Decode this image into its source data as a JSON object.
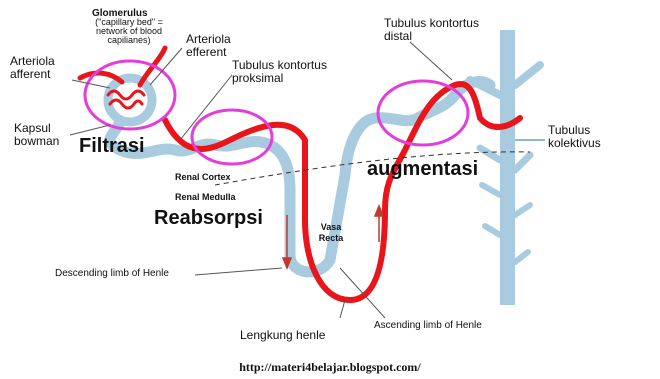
{
  "colors": {
    "tubule": "#a9cbe0",
    "vessel": "#e8151b",
    "highlight": "#e23ed9",
    "text": "#111111"
  },
  "labels": {
    "glomerulus_title": "Glomerulus",
    "glomerulus_note": "(\"capillary bed\" = network of blood capilianes)",
    "arteriola_afferent": "Arteriola afferent",
    "arteriola_efferent": "Arteriola efferent",
    "tubulus_kontortus_proksimal": "Tubulus kontortus proksimal",
    "tubulus_kontortus_distal": "Tubulus kontortus distal",
    "tubulus_kolektivus": "Tubulus kolektivus",
    "kapsul_bowman": "Kapsul bowman",
    "filtrasi": "Filtrasi",
    "augmentasi": "augmentasi",
    "reabsorpsi": "Reabsorpsi",
    "renal_cortex": "Renal Cortex",
    "renal_medulla": "Renal Medulla",
    "vasa_recta": "Vasa Recta",
    "descending_limb": "Descending limb of Henle",
    "ascending_limb": "Ascending limb of Henle",
    "lengkung_henle": "Lengkung henle"
  },
  "source_url": "http://materi4belajar.blogspot.com/"
}
